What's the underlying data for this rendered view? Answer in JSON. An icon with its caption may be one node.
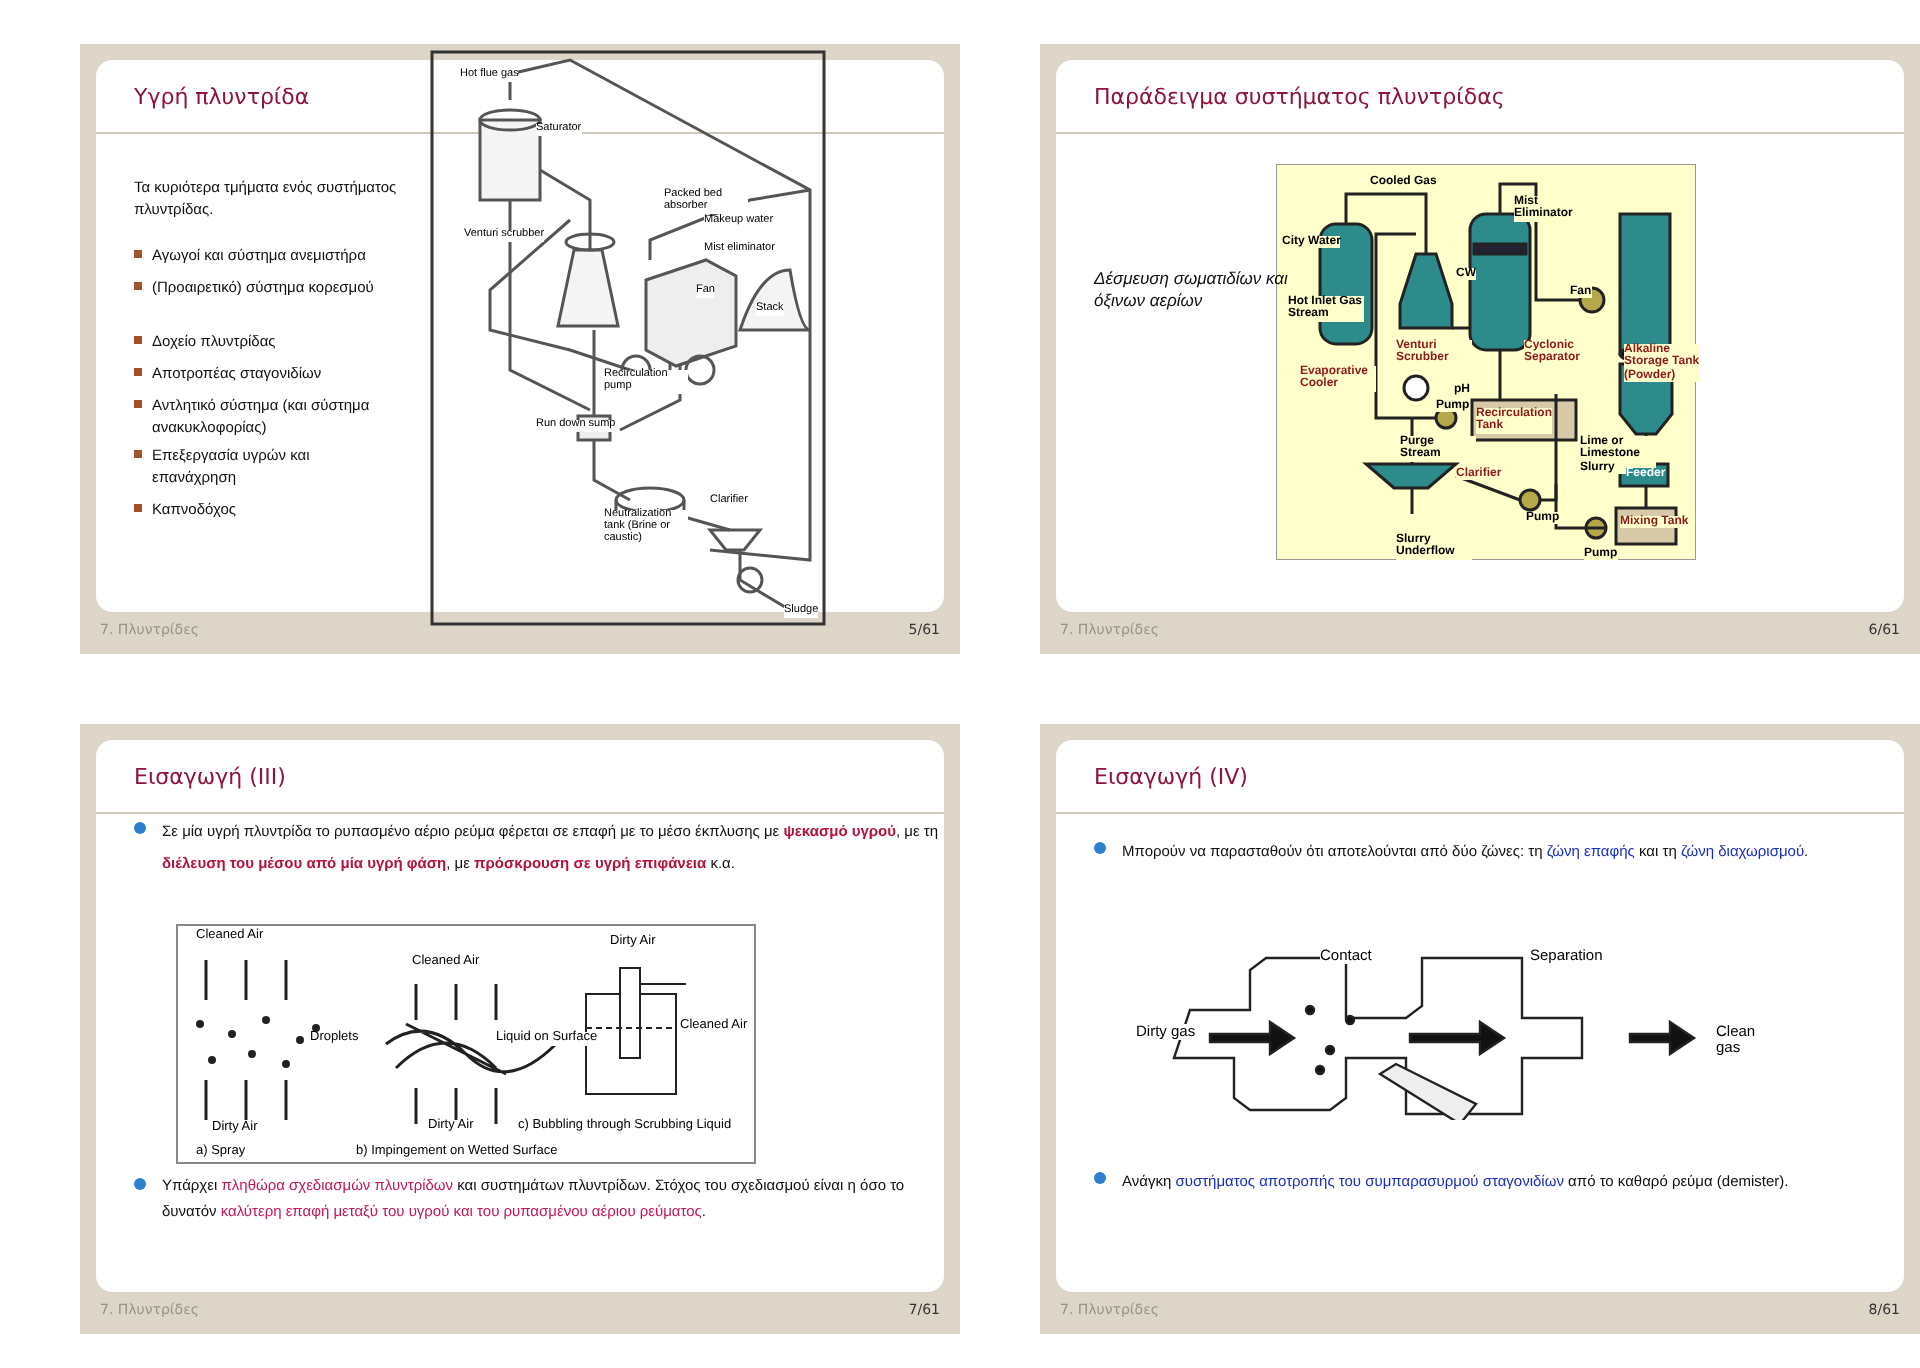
{
  "diagram": {
    "nodes": [
      {
        "text": [
          "Υγρή πλυντρίδα",
          "Τα κυριότερα τμήματα ενός συστήματος πλυντρίδας.",
          "Αγωγοί και σύστημα ανεμιστήρα",
          "(Προαιρετικό) σύστημα κορεσμού",
          "Δοχείο πλυντρίδας",
          "Αποτροπέας σταγονιδίων",
          "Αντλητικό σύστημα (και σύστημα ανακυκλοφορίας)",
          "Επεξεργασία υγρών και επανάχρηση",
          "Καπνοδόχος",
          "7. Πλυντρίδες",
          "5/61"
        ]
      },
      {
        "text": [
          "Παράδειγμα συστήματος πλυντρίδας",
          "Δέσμευση σωματιδίων και όξινων αερίων",
          "7. Πλυντρίδες",
          "6/61"
        ]
      },
      {
        "text": [
          "Εισαγωγή (ΙΙΙ)",
          "Σε μία υγρή πλυντρίδα το ρυπασμένο αέριο ρεύμα φέρεται σε επαφή με το μέσο έκπλυσης με **ψεκασμό υγρού**, με τη **διέλευση του μέσου από μία υγρή φάση**, με **πρόσκρουση σε υγρή επιφάνεια** κ.α.",
          "Υπάρχει *πληθώρα σχεδιασμών πλυντρίδων* και συστημάτων πλυντρίδων. Στόχος του σχεδιασμού είναι η όσο το δυνατόν *καλύτερη επαφή μεταξύ του υγρού και του ρυπασμένου αέριου ρεύματος*.",
          "7. Πλυντρίδες",
          "7/61"
        ]
      },
      {
        "text": [
          "Εισαγωγή (ΙV)",
          "Μπορούν να παρασταθούν ότι αποτελούνται από δύο ζώνες: τη *ζώνη επαφής* και τη *ζώνη διαχωρισμού*.",
          "Ανάγκη *συστήματος αποτροπής του συμπαρασυρμού σταγονιδίων* από το καθαρό ρεύμα (demister).",
          "7. Πλυντρίδες",
          "8/61"
        ]
      }
    ],
    "labels": [
      "Hot flue gas",
      "Saturator",
      "Venturi scrubber",
      "Packed bed absorber",
      "Makeup water",
      "Mist eliminator",
      "Fan",
      "Stack",
      "Recirculation pump",
      "Run down sump",
      "Neutralization tank (Brine or caustic)",
      "Clarifier",
      "Sludge",
      "Cooled Gas",
      "Mist Eliminator",
      "City Water",
      "Hot Inlet Gas Stream",
      "CW",
      "Fan",
      "Venturi Scrubber",
      "Cyclonic Separator",
      "Evaporative Cooler",
      "Alkaline Storage Tank (Powder)",
      "pH",
      "Pump",
      "Recirculation Tank",
      "Purge Stream",
      "Lime or Limestone Slurry",
      "Clarifier",
      "Feeder",
      "Pump",
      "Mixing Tank",
      "Slurry Underflow",
      "Pump",
      "Cleaned Air",
      "Cleaned Air",
      "Dirty Air",
      "Droplets",
      "Liquid on Surface",
      "Cleaned Air",
      "Dirty Air",
      "Dirty Air",
      "c) Bubbling through Scrubbing Liquid",
      "a) Spray",
      "b) Impingement on Wetted Surface",
      "Contact",
      "Separation",
      "Dirty gas",
      "Clean gas"
    ]
  }
}
